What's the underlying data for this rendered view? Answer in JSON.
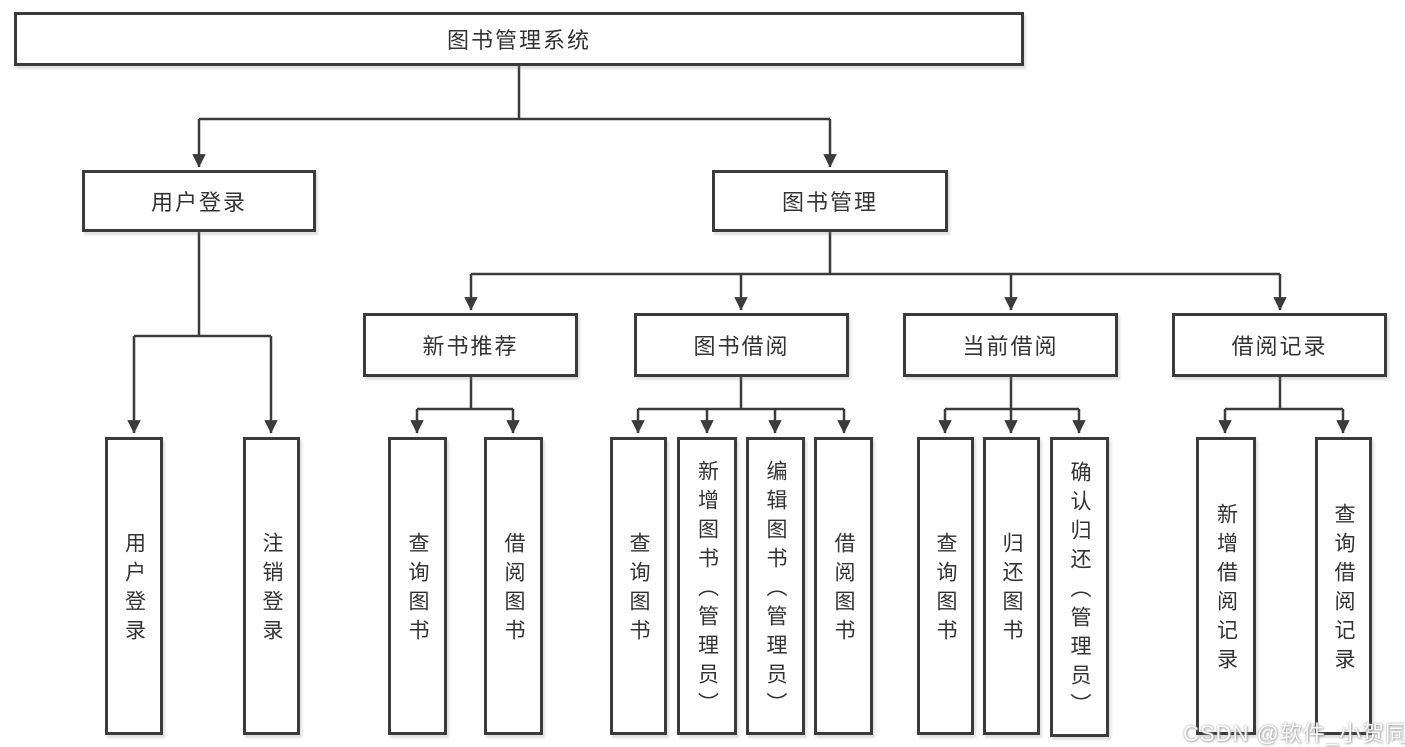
{
  "diagram": {
    "root": {
      "label": "图书管理系统"
    },
    "level1": [
      {
        "label": "用户登录"
      },
      {
        "label": "图书管理"
      }
    ],
    "user_login_children": [
      {
        "label": "用户登录"
      },
      {
        "label": "注销登录"
      }
    ],
    "book_mgmt_children": [
      {
        "label": "新书推荐"
      },
      {
        "label": "图书借阅"
      },
      {
        "label": "当前借阅"
      },
      {
        "label": "借阅记录"
      }
    ],
    "new_book_rec_children": [
      {
        "label": "查询图书"
      },
      {
        "label": "借阅图书"
      }
    ],
    "book_borrow_children": [
      {
        "label": "查询图书"
      },
      {
        "label": "新增图书（管理员）"
      },
      {
        "label": "编辑图书（管理员）"
      },
      {
        "label": "借阅图书"
      }
    ],
    "current_borrow_children": [
      {
        "label": "查询图书"
      },
      {
        "label": "归还图书"
      },
      {
        "label": "确认归还（管理员）"
      }
    ],
    "borrow_record_children": [
      {
        "label": "新增借阅记录"
      },
      {
        "label": "查询借阅记录"
      }
    ]
  },
  "watermark": {
    "text": "CSDN @软件_小贺同学"
  },
  "colors": {
    "line": "#3b3b3b",
    "border": "#3b3b3b",
    "text": "#333333",
    "background": "#ffffff",
    "watermark": "#d9d9d9"
  }
}
